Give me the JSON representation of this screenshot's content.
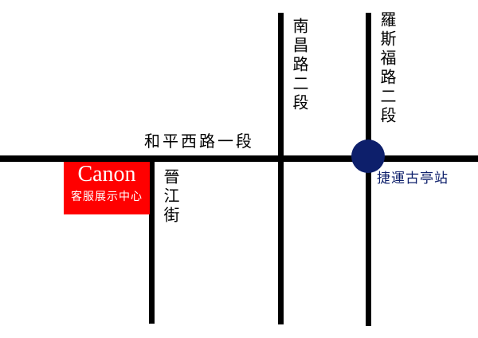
{
  "roads": {
    "heping": "和平西路一段",
    "nanchang": "南昌路二段",
    "roosevelt": "羅斯福路二段",
    "jinjiang": "晉江街"
  },
  "canon": {
    "brand": "Canon",
    "subtitle": "客服展示中心",
    "color": "#ff0000"
  },
  "mrt": {
    "label": "捷運古亭站",
    "color": "#0d1f6b"
  }
}
